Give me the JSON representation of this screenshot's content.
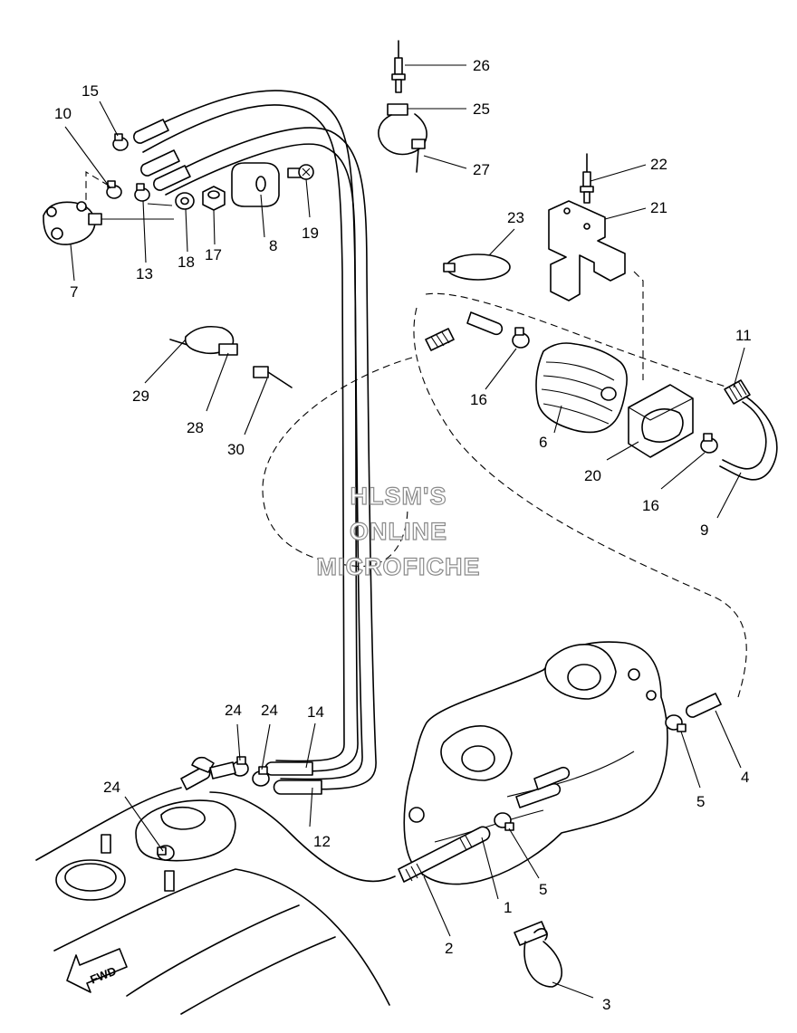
{
  "watermark": {
    "lines": [
      "HLSM'S",
      "ONLINE",
      "MICROFICHE"
    ]
  },
  "fwd_marker": {
    "label": "FWD",
    "icon": "fwd-arrow-icon"
  },
  "callouts": [
    "1",
    "2",
    "3",
    "4",
    "5",
    "5",
    "6",
    "7",
    "8",
    "9",
    "10",
    "11",
    "12",
    "13",
    "14",
    "15",
    "16",
    "16",
    "17",
    "18",
    "19",
    "20",
    "21",
    "22",
    "23",
    "24",
    "24",
    "24",
    "25",
    "26",
    "27",
    "28",
    "29",
    "30"
  ],
  "colors": {
    "line": "#000000",
    "watermark_outline": "#8a8a8a",
    "background": "#ffffff"
  }
}
